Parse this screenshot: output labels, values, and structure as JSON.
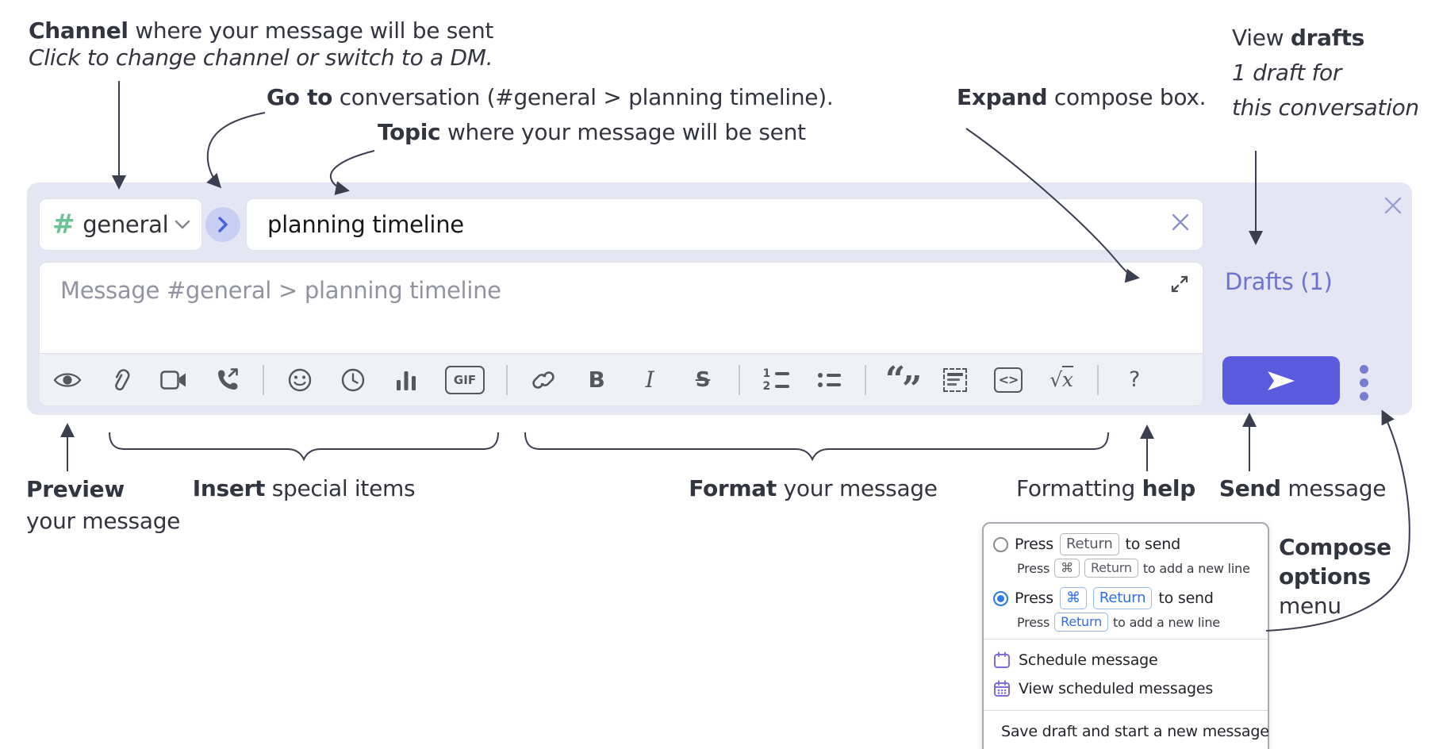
{
  "annotations": {
    "channel": {
      "bold": "Channel",
      "rest": " where your message will be sent",
      "sub": "Click to change channel or switch to a DM."
    },
    "goto": {
      "bold": "Go to",
      "rest": " conversation (#general > planning timeline)."
    },
    "topic": {
      "bold": "Topic",
      "rest": " where your message will be sent"
    },
    "expand": {
      "bold": "Expand",
      "rest": " compose box."
    },
    "drafts": {
      "line1_pre": "View ",
      "line1_bold": "drafts",
      "line2": "1 draft for",
      "line3": "this conversation"
    },
    "preview": {
      "bold": "Preview",
      "line2": "your message"
    },
    "insert": {
      "bold": "Insert",
      "rest": " special items"
    },
    "format": {
      "bold": "Format",
      "rest": " your message"
    },
    "help": {
      "pre": "Formatting ",
      "bold": "help"
    },
    "send": {
      "bold": "Send",
      "rest": " message"
    },
    "compose_options": {
      "line1": "Compose",
      "line2": "options",
      "line3": "menu"
    }
  },
  "compose": {
    "channel_selector": {
      "hash": "#",
      "name": "general"
    },
    "topic_input": {
      "value": "planning timeline"
    },
    "message_input": {
      "placeholder": "Message #general > planning timeline"
    },
    "drafts_link": "Drafts (1)",
    "toolbar": {
      "icons": [
        "preview-eye",
        "attach-paperclip",
        "video-call",
        "audio-call",
        "emoji",
        "time",
        "poll",
        "gif",
        "link",
        "bold",
        "italic",
        "strikethrough",
        "numbered-list",
        "bulleted-list",
        "quote",
        "spoiler",
        "code",
        "math",
        "help"
      ],
      "gif_label": "GIF",
      "bold_glyph": "B",
      "italic_glyph": "I",
      "strike_glyph": "S",
      "num1": "1",
      "num2": "2",
      "quote_open": "“",
      "quote_close": "”",
      "code_glyph": "<>",
      "math_root": "√",
      "math_x": "x",
      "help_glyph": "?"
    }
  },
  "menu": {
    "option_return": {
      "press": "Press",
      "key": "Return",
      "suffix": "to send",
      "sub": {
        "press": "Press",
        "key1": "⌘",
        "key2": "Return",
        "suffix": "to add a new line"
      }
    },
    "option_cmd_return": {
      "press": "Press",
      "key1": "⌘",
      "key2": "Return",
      "suffix": "to send",
      "sub": {
        "press": "Press",
        "key": "Return",
        "suffix": "to add a new line"
      }
    },
    "schedule": "Schedule message",
    "view_scheduled": "View scheduled messages",
    "save_draft": "Save draft and start a new message"
  },
  "colors": {
    "compose_bg": "#e4e6f3",
    "toolbar_bg": "#f0f1f6",
    "send_bg": "#5b5be0",
    "drafts_link": "#6d74cf",
    "goto_circle": "#c9cff3",
    "goto_chevron": "#4663d9",
    "hash_green": "#6cc398",
    "purple_icon": "#7c6fd9",
    "radio_blue": "#2e7ce4",
    "chip_blue": "#2f6fdf",
    "icon": "#55565e",
    "ink": "#32343f"
  }
}
